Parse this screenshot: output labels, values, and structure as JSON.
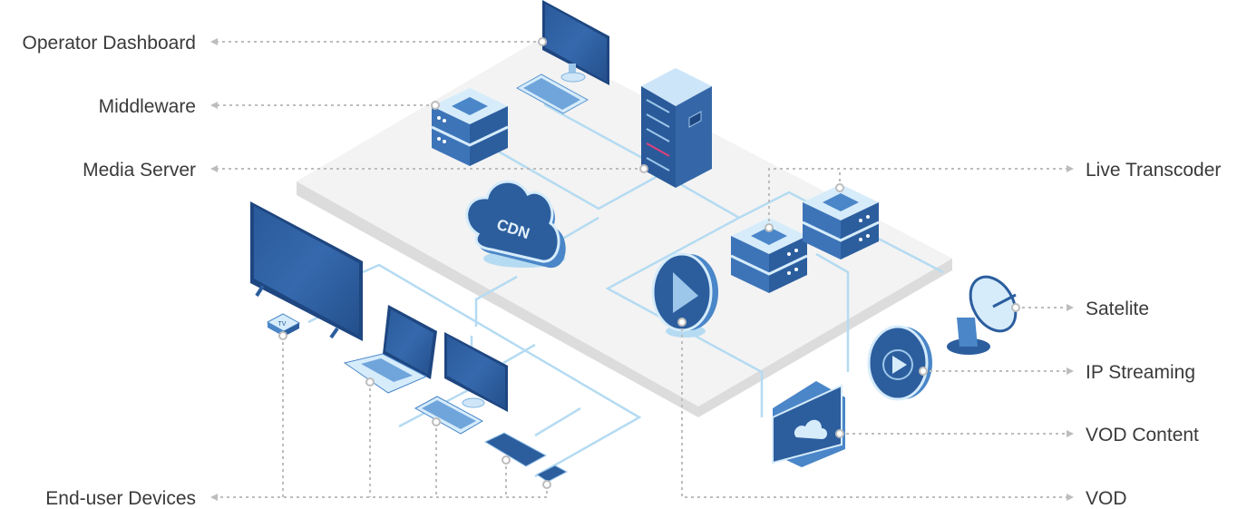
{
  "labels": {
    "operator_dashboard": "Operator Dashboard",
    "middleware": "Middleware",
    "media_server": "Media Server",
    "end_user_devices": "End-user Devices",
    "live_transcoder": "Live Transcoder",
    "satelite": "Satelite",
    "ip_streaming": "IP Streaming",
    "vod_content": "VOD Content",
    "vod": "VOD"
  },
  "icons": {
    "cdn_text": "CDN",
    "tv_box_text": "TV"
  },
  "colors": {
    "device_dark": "#2c5e9e",
    "device_mid": "#4a86c8",
    "device_light": "#d6ecfb",
    "connection": "#b5dbf2",
    "platform": "#f3f3f3",
    "leader": "#bdbdbd"
  }
}
